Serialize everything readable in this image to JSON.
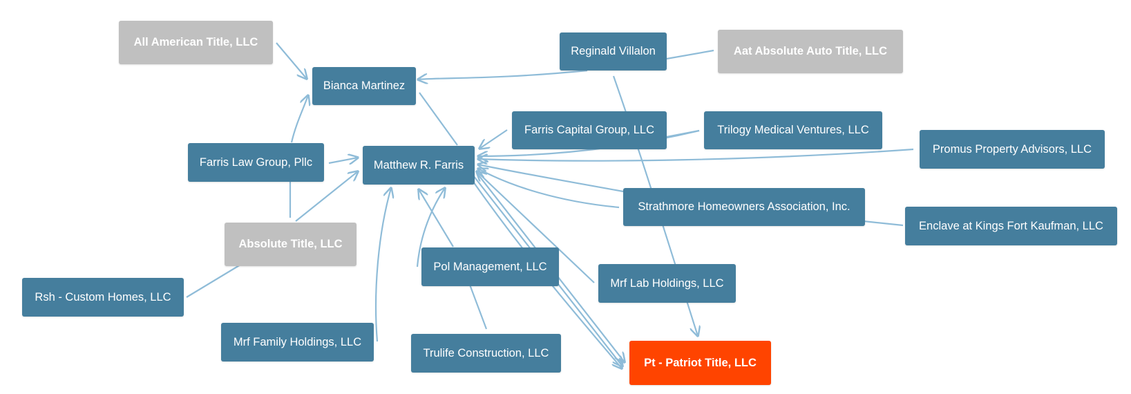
{
  "colors": {
    "node": "#457e9d",
    "inactive": "#c0c0c0",
    "focus": "#ff4400",
    "edge": "#8fbcd8"
  },
  "nodes": {
    "all_american_title": "All American Title, LLC",
    "bianca_martinez": "Bianca Martinez",
    "reginald_villalon": "Reginald Villalon",
    "aat_absolute_auto_title": "Aat Absolute Auto Title, LLC",
    "farris_capital_group": "Farris Capital Group, LLC",
    "trilogy_medical_ventures": "Trilogy Medical Ventures, LLC",
    "promus_property_advisors": "Promus Property Advisors, LLC",
    "farris_law_group": "Farris Law Group, Pllc",
    "matthew_r_farris": "Matthew R. Farris",
    "strathmore_hoa": "Strathmore Homeowners Association, Inc.",
    "enclave_kings_fort": "Enclave at Kings Fort Kaufman, LLC",
    "absolute_title": "Absolute Title, LLC",
    "pol_management": "Pol Management, LLC",
    "mrf_lab_holdings": "Mrf Lab Holdings, LLC",
    "rsh_custom_homes": "Rsh - Custom Homes, LLC",
    "mrf_family_holdings": "Mrf Family Holdings, LLC",
    "trulife_construction": "Trulife Construction, LLC",
    "pt_patriot_title": "Pt - Patriot Title, LLC"
  }
}
